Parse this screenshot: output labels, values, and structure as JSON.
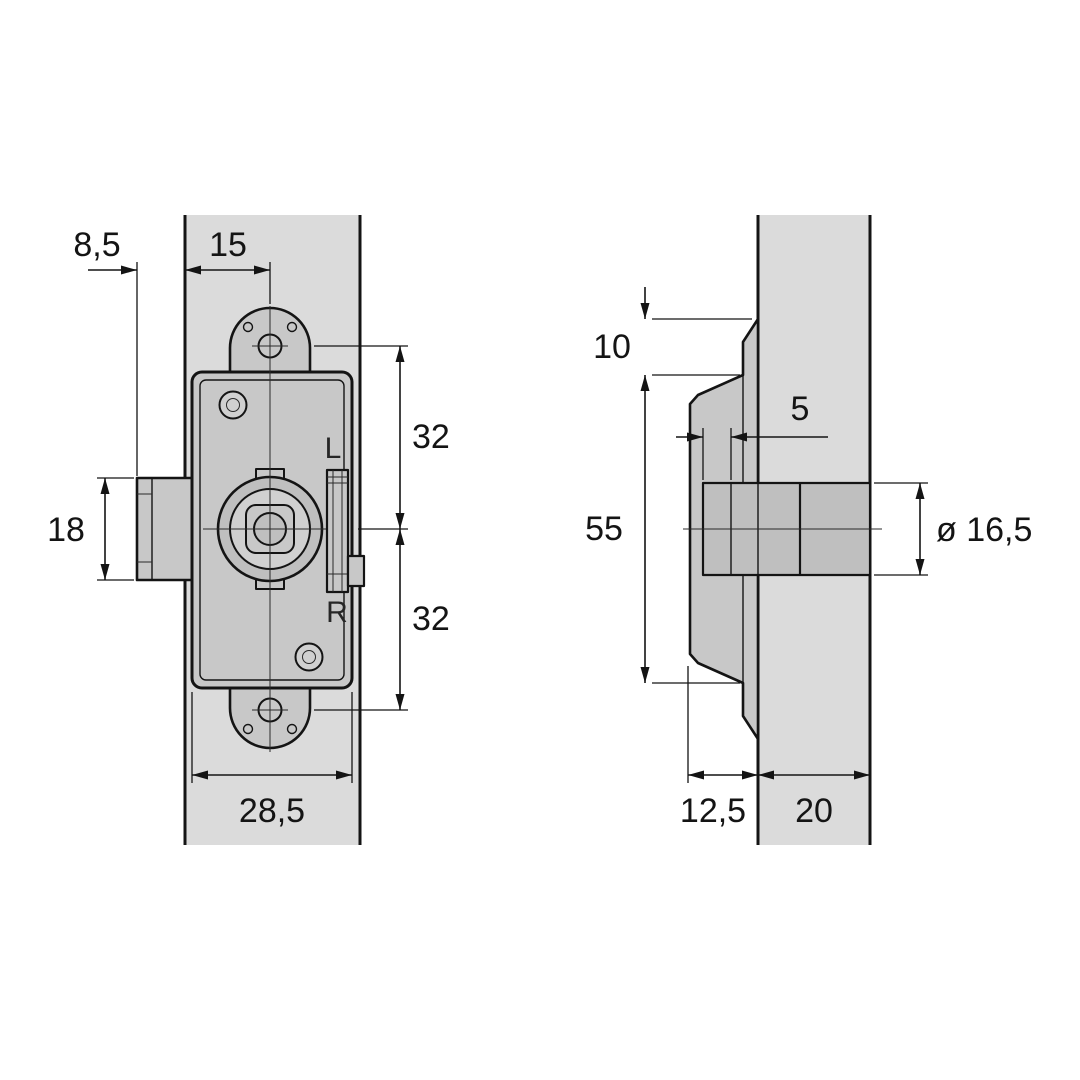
{
  "front_view": {
    "dim_bolt_protrusion": "8,5",
    "dim_edge_to_axis": "15",
    "dim_bolt_height": "18",
    "dim_axis_to_top_hole": "32",
    "dim_axis_to_bottom_hole": "32",
    "dim_body_width": "28,5",
    "marking_top": "L",
    "marking_bottom": "R"
  },
  "side_view": {
    "dim_flange_offset": "10",
    "dim_spindle_protrusion": "5",
    "dim_body_height": "55",
    "dim_spindle_diameter": "ø 16,5",
    "dim_body_depth": "12,5",
    "dim_panel_thickness": "20"
  },
  "colors": {
    "background": "#ffffff",
    "panel_fill": "#dbdbdb",
    "metal_fill": "#c8c8c8",
    "metal_light": "#d0d0d0",
    "metal_mid": "#bfbfbf",
    "hole_fill": "#8f8f8f",
    "line": "#141414"
  }
}
